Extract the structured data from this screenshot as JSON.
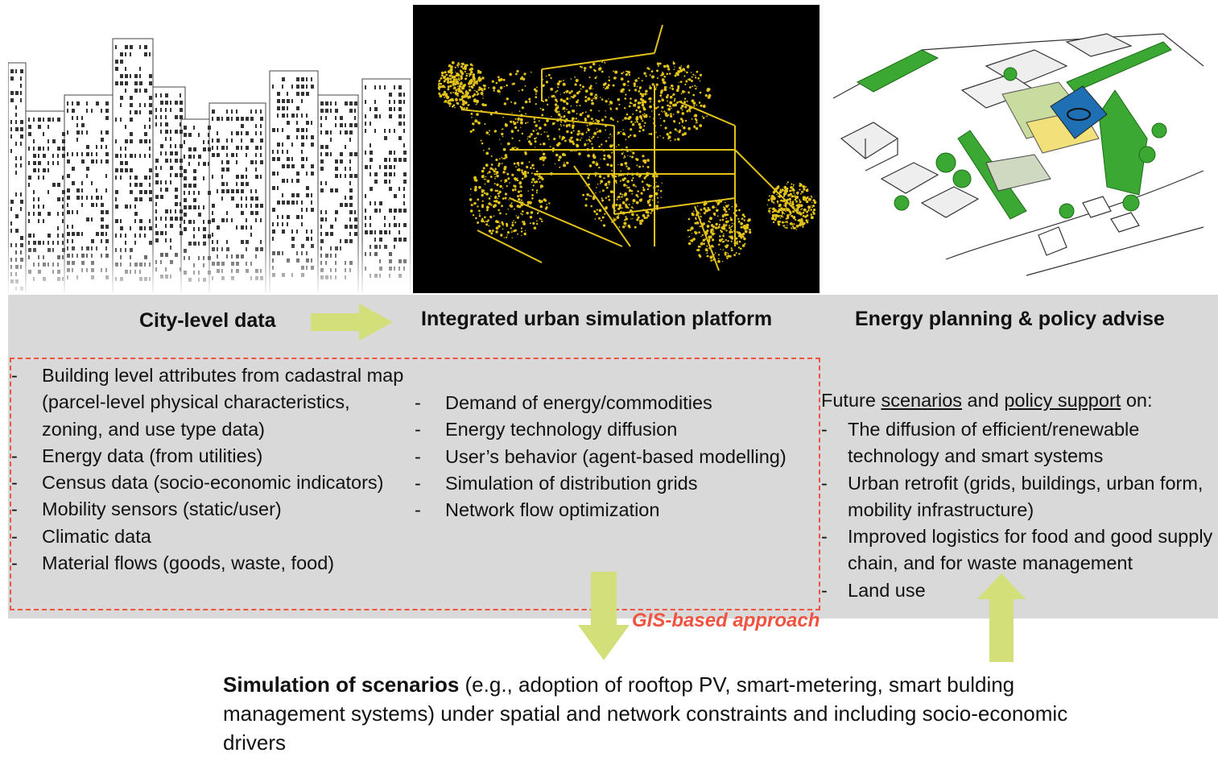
{
  "headings": {
    "city_data": "City-level data",
    "platform": "Integrated urban simulation platform",
    "policy": "Energy planning & policy advise"
  },
  "data_items": [
    "Building level attributes from cadastral map (parcel-level physical characteristics, zoning, and use type data)",
    "Energy data (from utilities)",
    "Census data (socio-economic indicators)",
    "Mobility sensors (static/user)",
    "Climatic data",
    "Material flows (goods, waste, food)"
  ],
  "platform_items": [
    "Demand of energy/commodities",
    "Energy technology diffusion",
    "User’s behavior (agent-based modelling)",
    "Simulation of distribution grids",
    "Network flow optimization"
  ],
  "policy": {
    "intro_prefix": "Future ",
    "intro_scenarios": "scenarios",
    "intro_and": " and ",
    "intro_policy_support": "policy support",
    "intro_suffix": " on:",
    "items": [
      "The diffusion of efficient/renewable technology and smart systems",
      "Urban retrofit (grids, buildings, urban form, mobility infrastructure)",
      "Improved logistics for food and good supply chain, and for waste management",
      "Land use"
    ]
  },
  "gis_label": "GIS-based approach",
  "bottom": {
    "bold": "Simulation of scenarios",
    "rest": " (e.g., adoption of rooftop PV, smart-metering, smart bulding management systems) under spatial and network constraints and including socio-economic drivers"
  },
  "colors": {
    "arrow": "#d3e07a",
    "dashed_box": "#f0533f",
    "band": "#d9d9d9",
    "network": "#e3c21a",
    "green": "#3aa832",
    "water": "#1f6fb5"
  }
}
